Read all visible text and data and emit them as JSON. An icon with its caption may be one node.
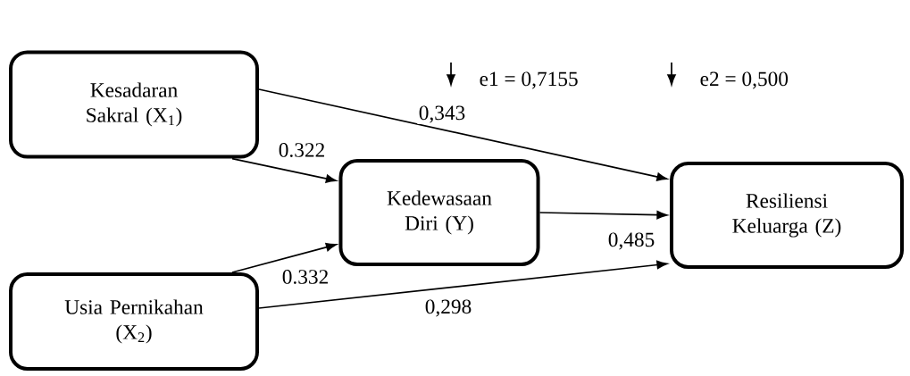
{
  "diagram": {
    "nodes": [
      {
        "text": [
          "Kesadaran Sakral (X$_{1}$)"
        ]
      },
      {
        "text": [
          "Kedewasaan Diri (Y)"
        ]
      },
      {
        "text": [
          "Resiliensi Keluarga (Z)"
        ]
      },
      {
        "text": [
          "Usia Pernikahan (X$_{2}$)"
        ]
      }
    ],
    "edges": [
      {
        "from": 0,
        "to": 1,
        "arrow": "to",
        "label": "0.322"
      },
      {
        "from": 3,
        "to": 1,
        "arrow": "to",
        "label": "0.332"
      },
      {
        "from": 0,
        "to": 2,
        "arrow": "to",
        "label": "0,343"
      },
      {
        "from": 1,
        "to": 2,
        "arrow": "to",
        "label": "0,485"
      },
      {
        "from": 3,
        "to": 2,
        "arrow": "to",
        "label": "0,298"
      }
    ],
    "labels": [
      "e1 = 0,7155",
      "e2 = 0,500"
    ]
  }
}
